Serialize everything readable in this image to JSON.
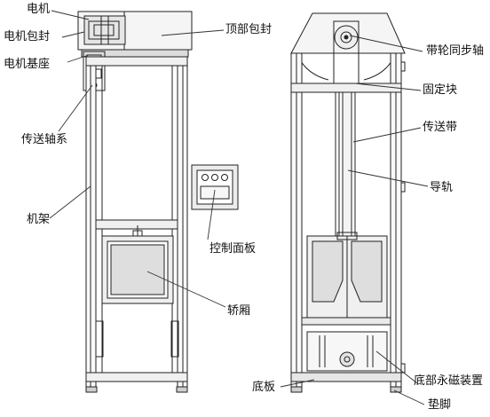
{
  "labels": {
    "motor": "电机",
    "motor_cover": "电机包封",
    "motor_base": "电机基座",
    "transmission_shaft": "传送轴系",
    "frame": "机架",
    "top_cover": "顶部包封",
    "control_panel": "控制面板",
    "car": "轿厢",
    "pulley_shaft": "带轮同步轴",
    "fixing_block": "固定块",
    "belt": "传送带",
    "guide_rail": "导轨",
    "base_plate": "底板",
    "bottom_magnet": "底部永磁装置",
    "foot_pad": "垫脚"
  },
  "colors": {
    "line": "#222222",
    "leader": "#333333",
    "fill_light": "#f2f2f2",
    "fill_mid": "#d9d9d9",
    "panel_fill": "#e8e8e8"
  }
}
